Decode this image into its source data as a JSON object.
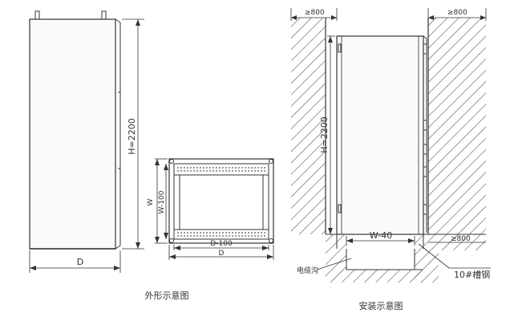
{
  "outline": {
    "caption": "外形示意图",
    "height_dim": "H=2200",
    "depth_dim": "D",
    "top_view": {
      "w_label": "W",
      "w_inner_label": "W-100",
      "d_inner_label": "D-100",
      "d_label": "D"
    }
  },
  "install": {
    "caption": "安装示意图",
    "clearance_left": "≥800",
    "clearance_right_top": "≥800",
    "clearance_right_bottom": "≥800",
    "height_dim": "H=2200",
    "base_width": "W-40",
    "cable_trench": "电缆沟",
    "channel_steel": "10#槽钢"
  },
  "colors": {
    "line": "#333333",
    "hatch": "#555555",
    "panel": "#fafafa"
  }
}
